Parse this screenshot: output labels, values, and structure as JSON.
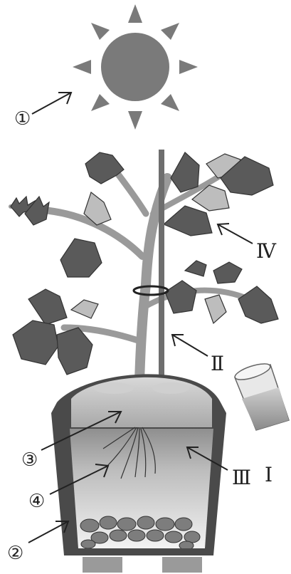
{
  "labels": {
    "circled_1": "①",
    "circled_2": "②",
    "circled_3": "③",
    "circled_4": "④",
    "roman_I": "Ⅰ",
    "roman_II": "Ⅱ",
    "roman_III": "Ⅲ",
    "roman_IV": "Ⅳ"
  },
  "colors": {
    "sun": "#7a7a7a",
    "stem": "#9a9a9a",
    "leaf_dark": "#5a5a5a",
    "leaf_light": "#bdbdbd",
    "pot": "#4a4a4a",
    "soil_top": "#2e2e2e",
    "water": "#a8a8a8"
  }
}
